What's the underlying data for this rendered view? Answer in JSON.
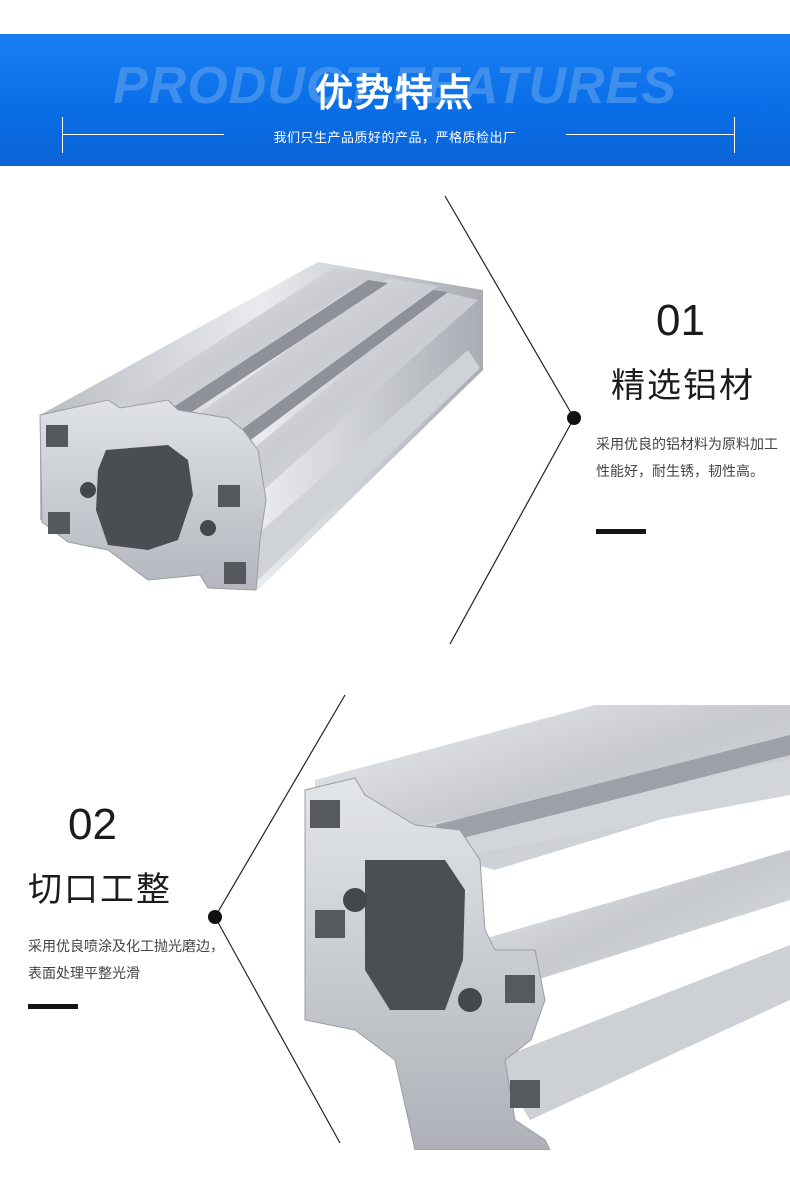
{
  "banner": {
    "bg_text": "PRODUCT FEATURES",
    "title": "优势特点",
    "subtitle": "我们只生产品质好的产品，严格质检出厂",
    "color": "#0a6ee8"
  },
  "features": [
    {
      "number": "01",
      "title": "精选铝材",
      "description": "采用优良的铝材料为原料加工性能好，耐生锈，韧性高。"
    },
    {
      "number": "02",
      "title": "切口工整",
      "description": "采用优良喷涂及化工抛光磨边，表面处理平整光滑"
    }
  ]
}
